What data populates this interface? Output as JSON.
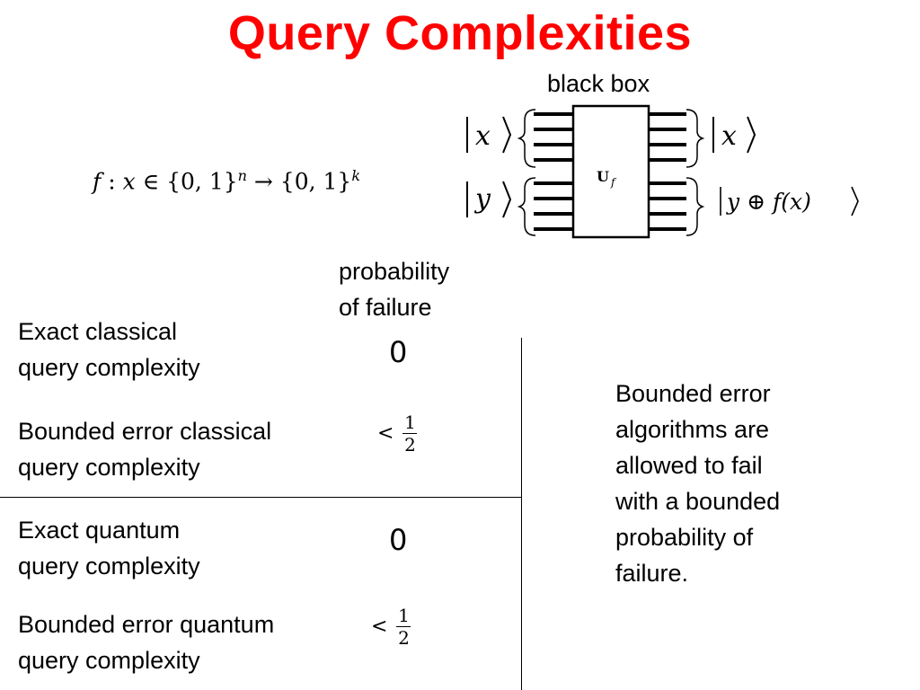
{
  "title": "Query Complexities",
  "accent_color": "#ff0000",
  "black_box_label": "black box",
  "gate_label": "U",
  "gate_subscript": "f",
  "function_def": {
    "f": "f",
    "colon": " : ",
    "x": "x",
    "in": " ∈ ",
    "domain": "{0, 1}",
    "n": "n",
    "arrow": " → ",
    "codomain": "{0, 1}",
    "k": "k"
  },
  "kets": {
    "in_x": "x",
    "in_y": "y",
    "out_x": "x",
    "out_y": "y ⊕ f(x)"
  },
  "probability_header": [
    "probability",
    "of failure"
  ],
  "rows": [
    {
      "line1": "Exact classical",
      "line2": "query complexity",
      "value": "0"
    },
    {
      "line1": "Bounded error classical",
      "line2": "query complexity",
      "prefix": "<",
      "num": "1",
      "den": "2"
    },
    {
      "line1": "Exact quantum",
      "line2": "query complexity",
      "value": "0"
    },
    {
      "line1": "Bounded error quantum",
      "line2": "query complexity",
      "prefix": "<",
      "num": "1",
      "den": "2"
    }
  ],
  "side_note": [
    "Bounded error",
    "algorithms are",
    "allowed to fail",
    "with a bounded",
    "probability of",
    "failure."
  ]
}
